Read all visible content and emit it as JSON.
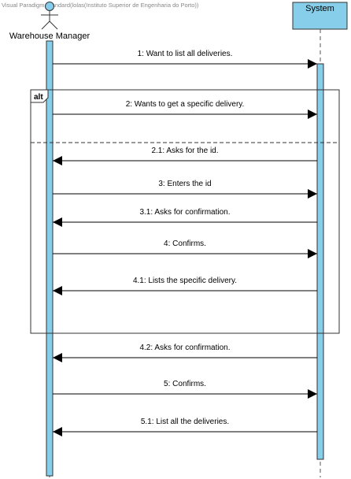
{
  "watermark": "Visual Paradigm Standard(lolas(Instituto Superior de Engenharia do Porto))",
  "actor": {
    "name": "Warehouse Manager",
    "icon": "stick-figure-icon"
  },
  "system": {
    "name": "System",
    "fill": "#87CEEB"
  },
  "activation_fill": "#87CEEB",
  "frame": {
    "tag": "alt"
  },
  "messages": [
    {
      "label": "1: Want to list all deliveries.",
      "direction": "to_system"
    },
    {
      "label": "2: Wants to get a specific delivery.",
      "direction": "to_system"
    },
    {
      "label": "2.1: Asks for the id.",
      "direction": "to_actor"
    },
    {
      "label": "3: Enters the id",
      "direction": "to_system"
    },
    {
      "label": "3.1: Asks for confirmation.",
      "direction": "to_actor"
    },
    {
      "label": "4: Confirms.",
      "direction": "to_system"
    },
    {
      "label": "4.1: Lists the specific delivery.",
      "direction": "to_actor"
    },
    {
      "label": "4.2: Asks for confirmation.",
      "direction": "to_actor"
    },
    {
      "label": "5: Confirms.",
      "direction": "to_system"
    },
    {
      "label": "5.1: List all the deliveries.",
      "direction": "to_actor"
    }
  ]
}
